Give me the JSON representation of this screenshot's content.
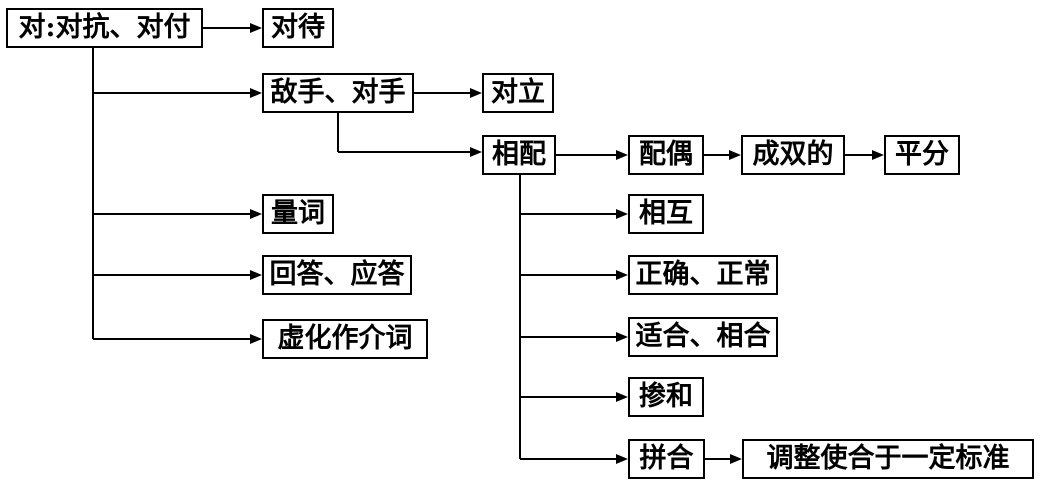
{
  "nodes": {
    "root": "对:对抗、对付",
    "duidai": "对待",
    "dishou": "敌手、对手",
    "duili": "对立",
    "xiangpei": "相配",
    "peiou": "配偶",
    "chengshuang": "成双的",
    "pingfen": "平分",
    "liangci": "量词",
    "huida": "回答、应答",
    "xuhua": "虚化作介词",
    "xianghu": "相互",
    "zhengque": "正确、正常",
    "shihe": "适合、相合",
    "chanhuo": "掺和",
    "pinhe": "拼合",
    "tiaozheng": "调整使合于一定标准"
  },
  "colors": {
    "line": "#000000",
    "box_border": "#000000",
    "background": "#ffffff"
  }
}
